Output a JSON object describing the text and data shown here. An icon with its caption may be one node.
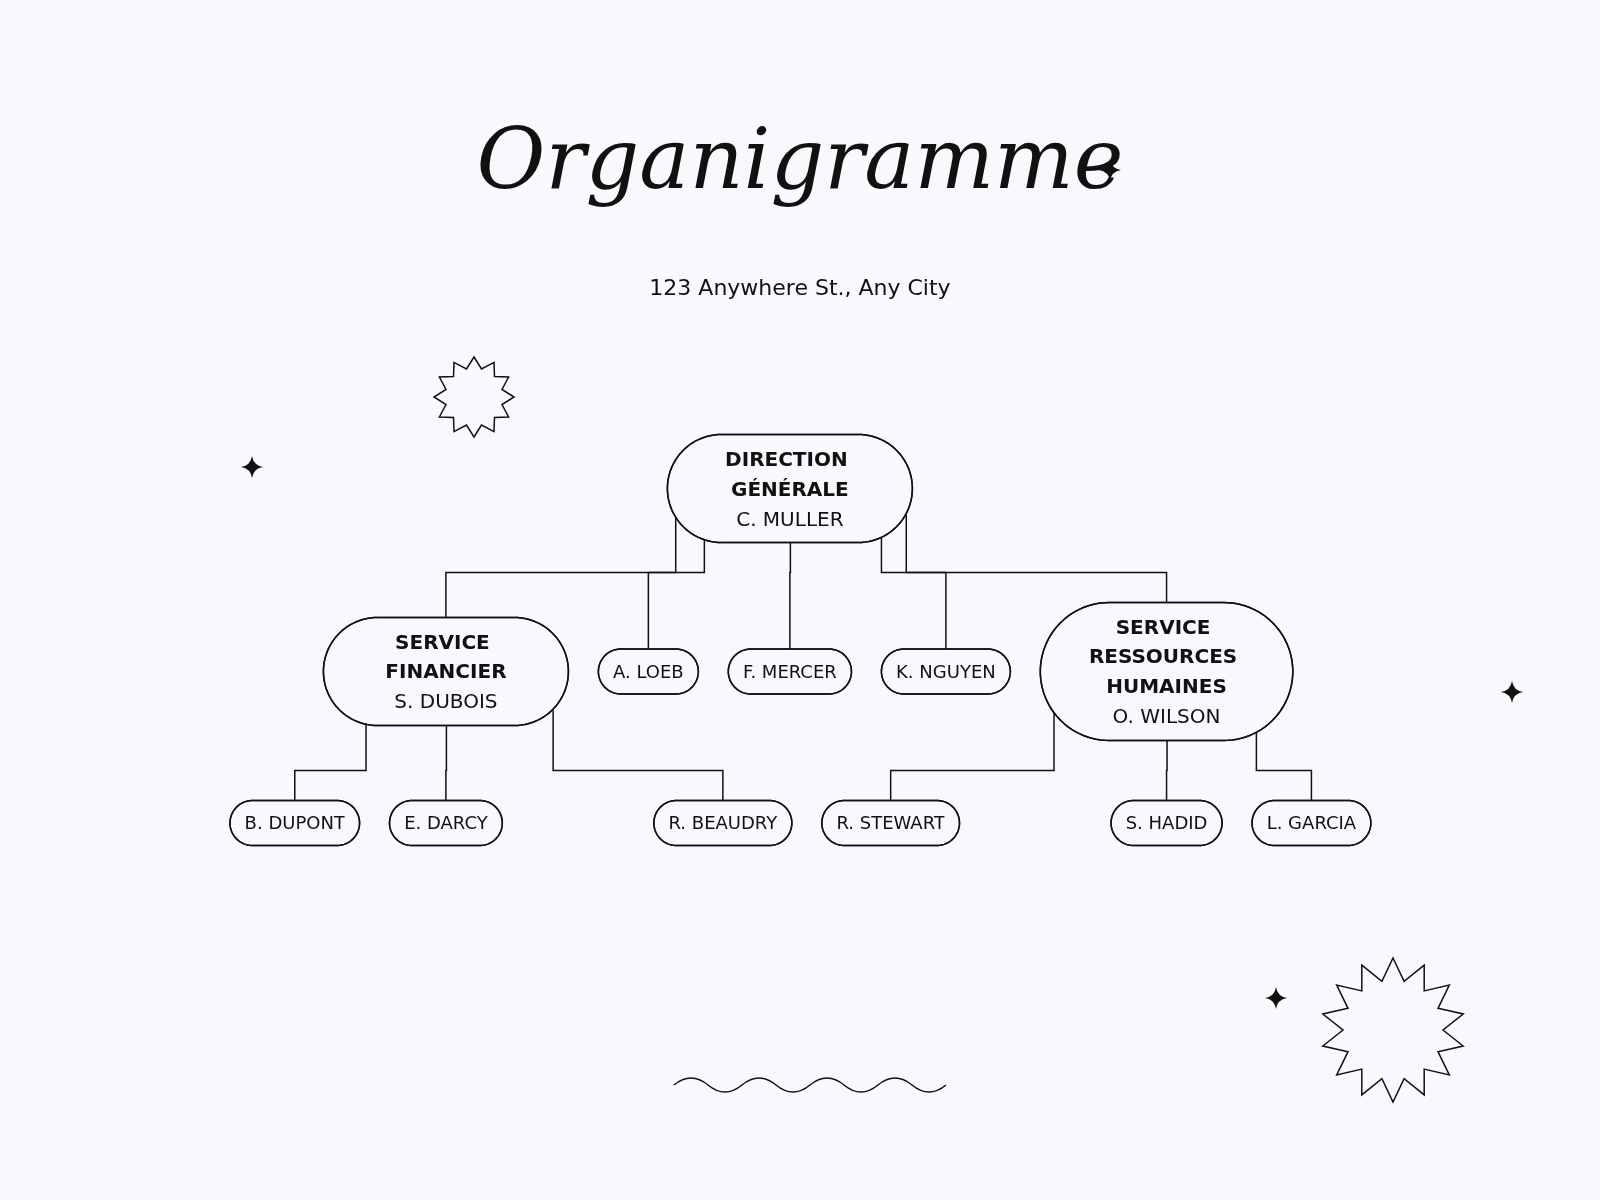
{
  "diagram": {
    "title": "Organigramme",
    "nodes": [
      {
        "text": [
          "DIRECTION GÉNÉRALE",
          "C. MULLER"
        ]
      },
      {
        "text": [
          "SERVICE FINANCIER",
          "S. DUBOIS"
        ]
      },
      {
        "text": [
          "A. LOEB"
        ]
      },
      {
        "text": [
          "F. MERCER"
        ]
      },
      {
        "text": [
          "K. NGUYEN"
        ]
      },
      {
        "text": [
          "SERVICE RESSOURCES HUMAINES",
          "O. WILSON"
        ]
      },
      {
        "text": [
          "B. DUPONT"
        ]
      },
      {
        "text": [
          "E. DARCY"
        ]
      },
      {
        "text": [
          "R. BEAUDRY"
        ]
      },
      {
        "text": [
          "R. STEWART"
        ]
      },
      {
        "text": [
          "S. HADID"
        ]
      },
      {
        "text": [
          "L. GARCIA"
        ]
      }
    ],
    "edges": [
      {
        "from": 0,
        "to": 1,
        "arrow": "none"
      },
      {
        "from": 0,
        "to": 2,
        "arrow": "none"
      },
      {
        "from": 0,
        "to": 3,
        "arrow": "none"
      },
      {
        "from": 0,
        "to": 4,
        "arrow": "none"
      },
      {
        "from": 0,
        "to": 5,
        "arrow": "none"
      },
      {
        "from": 1,
        "to": 6,
        "arrow": "none"
      },
      {
        "from": 1,
        "to": 7,
        "arrow": "none"
      },
      {
        "from": 1,
        "to": 8,
        "arrow": "none"
      },
      {
        "from": 5,
        "to": 9,
        "arrow": "none"
      },
      {
        "from": 5,
        "to": 10,
        "arrow": "none"
      },
      {
        "from": 5,
        "to": 11,
        "arrow": "none"
      }
    ],
    "labels": [
      "123 Anywhere St., Any City"
    ]
  }
}
